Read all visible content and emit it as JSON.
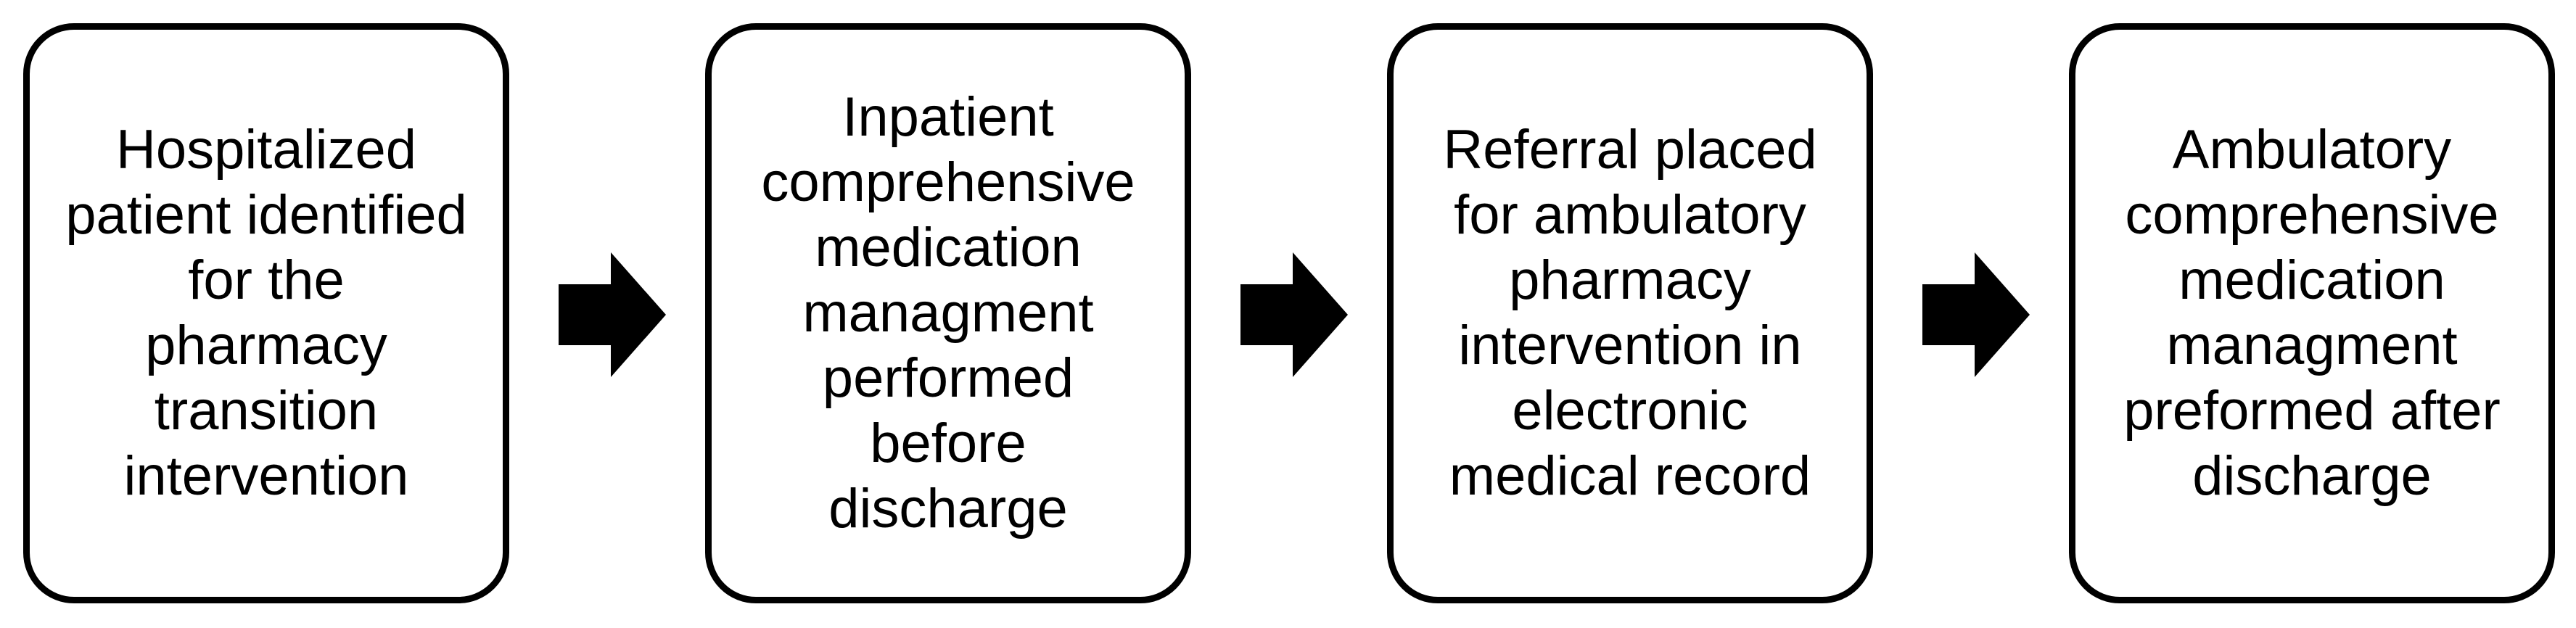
{
  "steps": [
    {
      "text": "Hospitalized patient identified for the pharmacy transition intervention"
    },
    {
      "text": "Inpatient comprehensive medication managment performed before discharge"
    },
    {
      "text": "Referral placed for ambulatory pharmacy intervention in electronic medical record"
    },
    {
      "text": "Ambulatory comprehensive medication managment preformed after discharge"
    }
  ],
  "colors": {
    "border": "#000000",
    "arrow": "#000000",
    "background": "#ffffff",
    "text": "#000000"
  },
  "icons": {
    "connector": "right-arrow-icon"
  }
}
